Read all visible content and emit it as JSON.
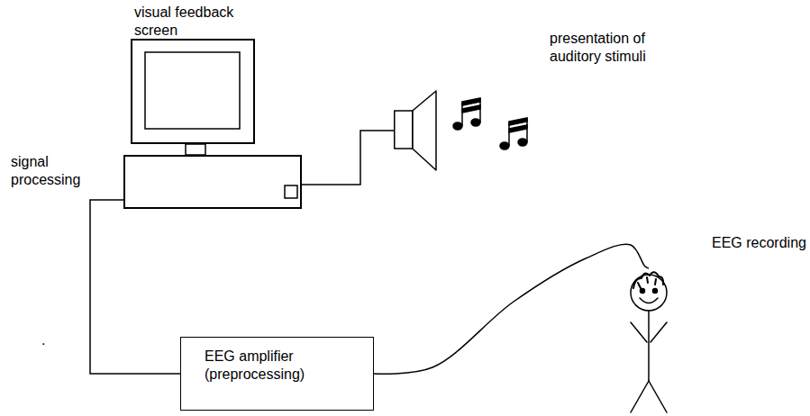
{
  "diagram": {
    "nodes": [
      {
        "text": [
          "visual feedback screen"
        ]
      },
      {
        "text": [
          "signal processing"
        ]
      },
      {
        "text": [
          "presentation of auditory stimuli"
        ]
      },
      {
        "text": [
          "EEG amplifier (preprocessing)"
        ]
      },
      {
        "text": [
          "EEG recording"
        ]
      }
    ],
    "edges": [
      {
        "from": 1,
        "to": 2,
        "arrow": "none"
      },
      {
        "from": 1,
        "to": 3,
        "arrow": "none"
      },
      {
        "from": 3,
        "to": 4,
        "arrow": "none"
      }
    ],
    "labels": [
      "."
    ]
  }
}
